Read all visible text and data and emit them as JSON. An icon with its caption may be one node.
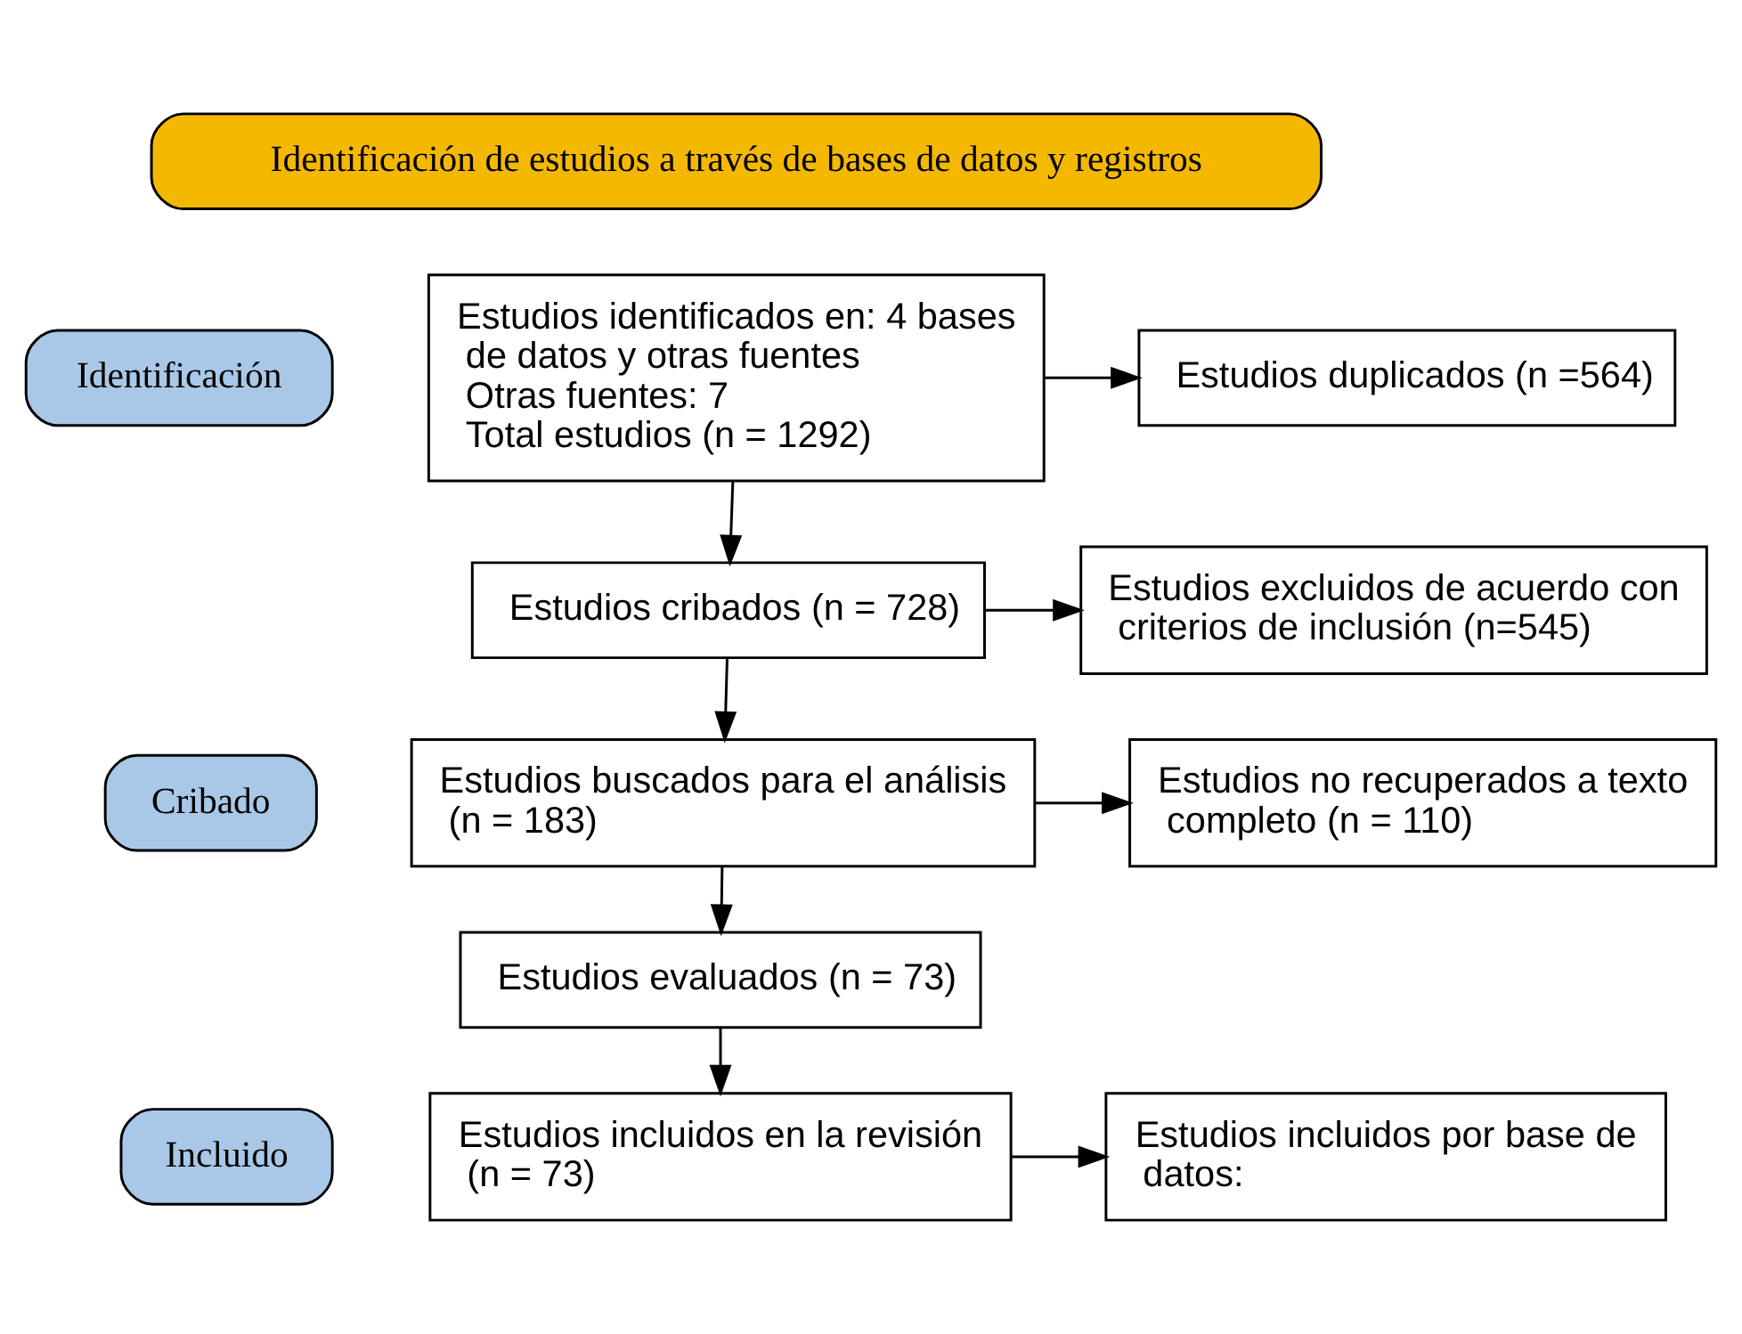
{
  "diagram": {
    "nodes": [
      {
        "text": [
          "Identificación de estudios a través de bases de datos y registros"
        ]
      },
      {
        "text": [
          "Identificación"
        ]
      },
      {
        "text": [
          "Cribado"
        ]
      },
      {
        "text": [
          "Incluido"
        ]
      },
      {
        "text": [
          "Estudios identificados en: 4 bases de datos y otras fuentes",
          "Otras fuentes: 7",
          "Total estudios (n = 1292)"
        ]
      },
      {
        "text": [
          "Estudios duplicados (n =564)"
        ]
      },
      {
        "text": [
          "Estudios cribados (n = 728)"
        ]
      },
      {
        "text": [
          "Estudios excluidos de acuerdo con criterios de inclusión (n=545)"
        ]
      },
      {
        "text": [
          "Estudios buscados para el análisis (n = 183)"
        ]
      },
      {
        "text": [
          "Estudios no recuperados a texto completo (n = 110)"
        ]
      },
      {
        "text": [
          "Estudios evaluados (n = 73)"
        ]
      },
      {
        "text": [
          "Estudios incluidos en la revisión (n = 73)"
        ]
      },
      {
        "text": [
          "Estudios incluidos por base de datos:"
        ]
      }
    ],
    "edges": [
      {
        "from": 4,
        "to": 5,
        "arrow": "to"
      },
      {
        "from": 4,
        "to": 6,
        "arrow": "to"
      },
      {
        "from": 6,
        "to": 7,
        "arrow": "to"
      },
      {
        "from": 6,
        "to": 8,
        "arrow": "to"
      },
      {
        "from": 8,
        "to": 9,
        "arrow": "to"
      },
      {
        "from": 8,
        "to": 10,
        "arrow": "to"
      },
      {
        "from": 10,
        "to": 11,
        "arrow": "to"
      },
      {
        "from": 11,
        "to": 12,
        "arrow": "to"
      }
    ]
  }
}
